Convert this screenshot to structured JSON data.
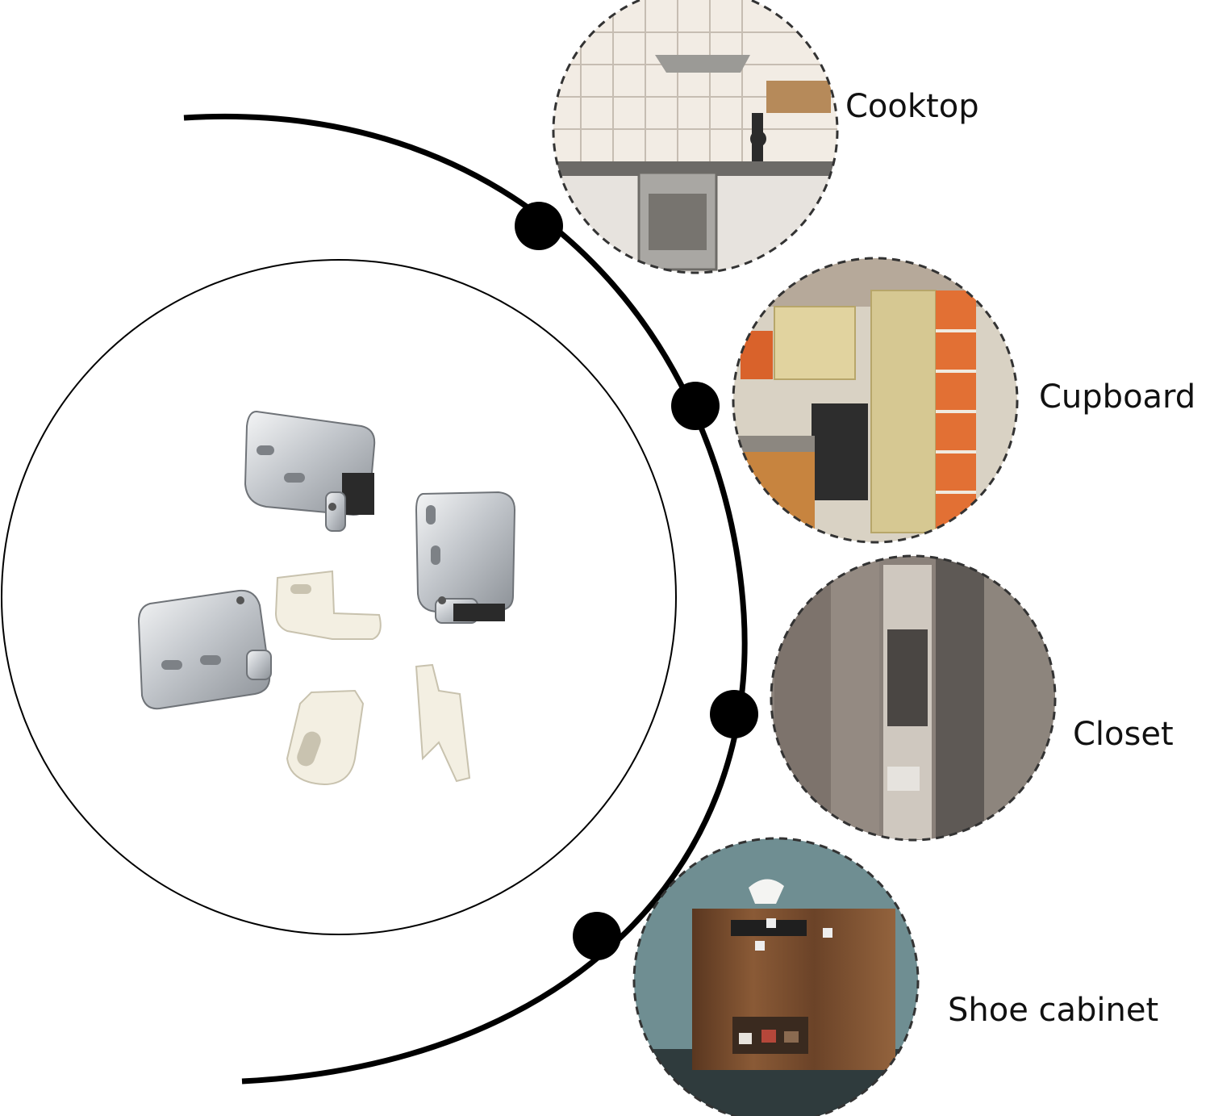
{
  "labels": {
    "cooktop": "Cooktop",
    "cupboard": "Cupboard",
    "closet": "Closet",
    "shoe_cabinet": "Shoe cabinet"
  },
  "colors": {
    "arc": "#000000",
    "chrome": "#c9ccd0",
    "nylon": "#f3efe2",
    "wood": "#6b4328",
    "cabinet_yellow": "#d6c892",
    "cabinet_orange": "#d9622b",
    "closet_grey": "#7d736c",
    "wall_teal": "#6f8e92"
  }
}
